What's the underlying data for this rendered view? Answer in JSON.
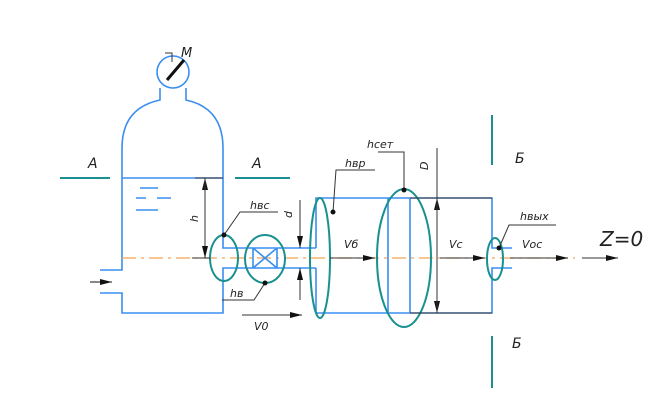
{
  "labels": {
    "gauge": "M",
    "section_a_left": "A",
    "section_a_right": "A",
    "section_b_top": "Б",
    "section_b_bottom": "Б",
    "level": "h",
    "h_inlet": "hвс",
    "h_valve": "hв",
    "h_sudden_exp": "hвр",
    "h_screen": "hсет",
    "h_outlet": "hвых",
    "pipe_diameter": "d",
    "vessel_diameter": "D",
    "v_pipe": "V0",
    "v_expansion": "Vб",
    "v_screen": "Vс",
    "v_outlet": "Vос",
    "datum": "Z=0"
  },
  "colors": {
    "walls": "#3a8ef0",
    "loss_ellipses": "#1a9090",
    "centerline": "#f2a550"
  }
}
